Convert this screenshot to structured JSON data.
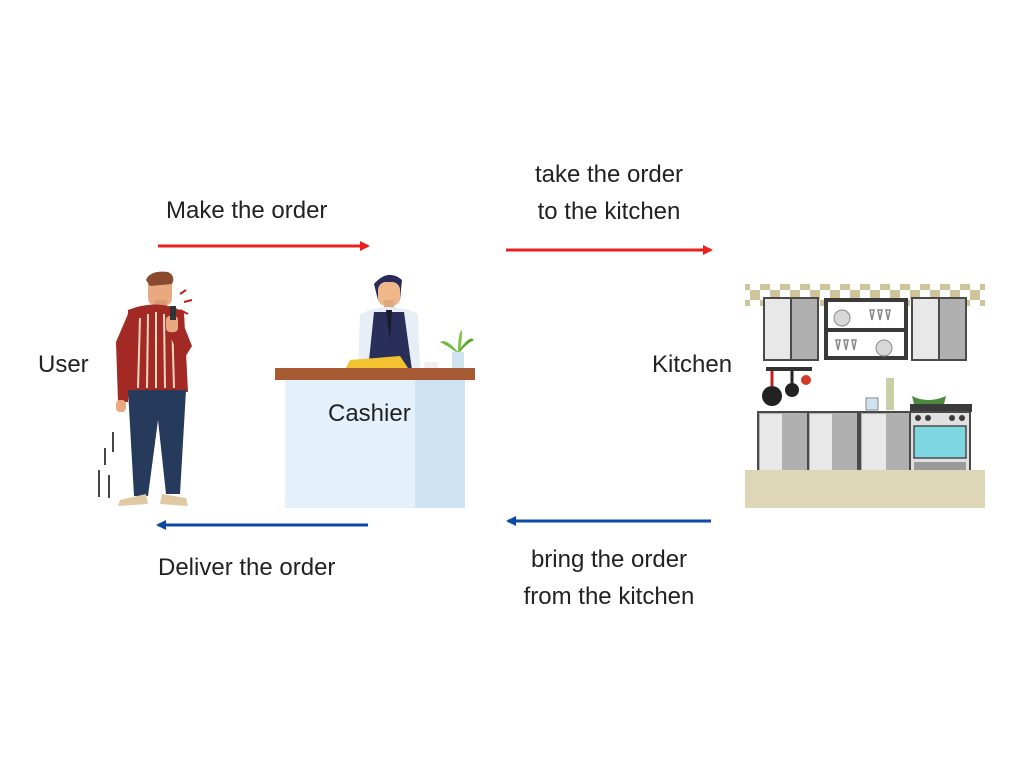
{
  "labels": {
    "user": "User",
    "cashier": "Cashier",
    "kitchen": "Kitchen",
    "make_order": "Make the order",
    "take_order_line1": "take the order",
    "take_order_line2": "to the kitchen",
    "bring_order_line1": "bring the order",
    "bring_order_line2": "from the kitchen",
    "deliver_order": "Deliver the order"
  },
  "colors": {
    "forward_arrow": "#e8201e",
    "return_arrow": "#0a4aa6",
    "sweater": "#a32a24",
    "counter_top": "#a55a34",
    "counter_body": "#e4f1fb",
    "vest": "#2a2f5a",
    "kitchen_tile": "#c9c196",
    "cabinet": "#b0b0b0"
  },
  "icons": {
    "user": "person-on-phone-illustration",
    "cashier": "cashier-at-counter-illustration",
    "kitchen": "kitchen-cabinets-illustration"
  }
}
